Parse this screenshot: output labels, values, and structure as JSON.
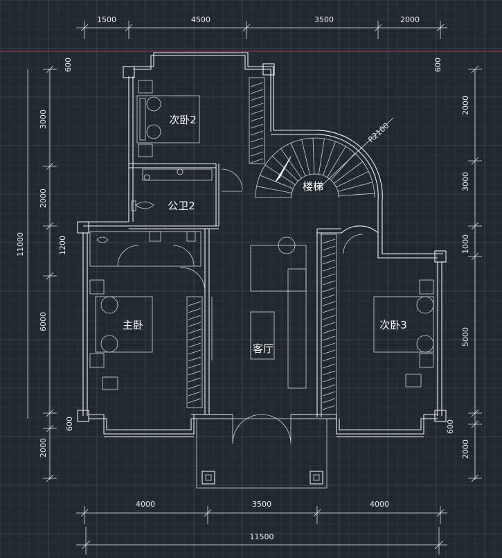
{
  "rooms": {
    "bedroom2": "次卧2",
    "bathroom2": "公卫2",
    "stairs": "楼梯",
    "master": "主卧",
    "living": "客厅",
    "bedroom3": "次卧3"
  },
  "stair_radius": "R2100",
  "dims_top": [
    "1500",
    "4500",
    "3500",
    "2000"
  ],
  "dims_top_small_left": "600",
  "dims_top_small_right": "600",
  "dims_left": [
    "3000",
    "2000",
    "1200",
    "6000",
    "600",
    "2000"
  ],
  "dims_left_total": "11000",
  "dims_right": [
    "2000",
    "3000",
    "1000",
    "5000",
    "600",
    "2000"
  ],
  "dims_bottom": [
    "4000",
    "3500",
    "4000"
  ],
  "dims_bottom_total": "11500"
}
